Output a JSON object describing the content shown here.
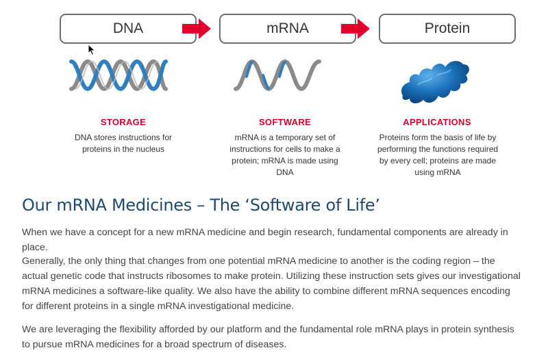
{
  "diagram": {
    "boxes": [
      {
        "label": "DNA"
      },
      {
        "label": "mRNA"
      },
      {
        "label": "Protein"
      }
    ],
    "columns": [
      {
        "title": "STORAGE",
        "desc": "DNA stores instructions for proteins in the nucleus"
      },
      {
        "title": "SOFTWARE",
        "desc": "mRNA is a temporary set of instructions for cells to make a protein; mRNA is made using DNA"
      },
      {
        "title": "APPLICATIONS",
        "desc": "Proteins form the basis of life by performing the functions required by every cell; proteins are made using mRNA"
      }
    ],
    "colors": {
      "arrow": "#e0002a",
      "title": "#d4002a",
      "strand_blue": "#2f7fc0",
      "strand_gray": "#8a8a8a",
      "protein": "#1a6fb8"
    },
    "icons": [
      "dna-helix-icon",
      "mrna-strand-icon",
      "protein-blob-icon",
      "right-arrow-icon"
    ]
  },
  "article": {
    "heading": "Our mRNA Medicines – The ‘Software of Life’",
    "paragraphs": [
      "When we have a concept for a new mRNA medicine and begin research, fundamental components are already in place.",
      "Generally, the only thing that changes from one potential mRNA medicine to another is the coding region – the actual genetic code that instructs ribosomes to make protein. Utilizing these instruction sets gives our investigational mRNA medicines a software-like quality. We also have the ability to combine different mRNA sequences encoding for different proteins in a single mRNA investigational medicine.",
      "We are leveraging the flexibility afforded by our platform and the fundamental role mRNA plays in protein synthesis to pursue mRNA medicines for a broad spectrum of diseases."
    ]
  }
}
